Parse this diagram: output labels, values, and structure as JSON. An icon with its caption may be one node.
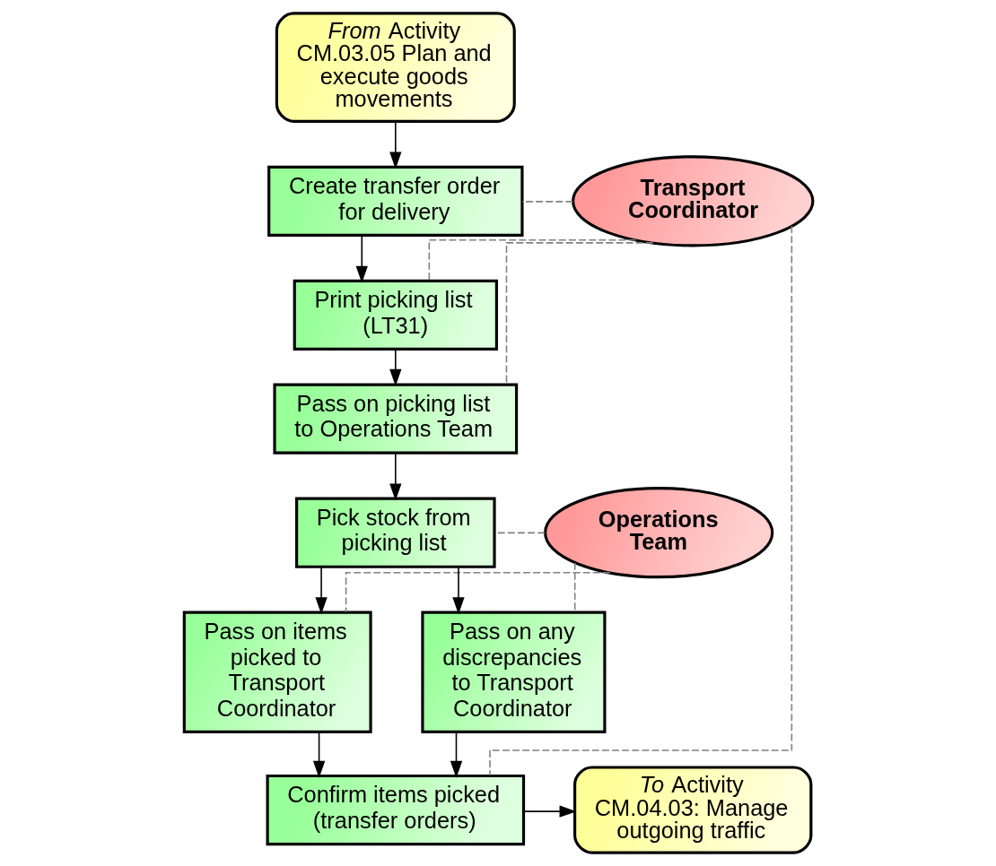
{
  "diagram": {
    "nodes": [
      {
        "text": [
          "*From* Activity CM.03.05 Plan and execute goods movements"
        ]
      },
      {
        "text": [
          "Create transfer order for delivery"
        ]
      },
      {
        "text": [
          "Print picking list (LT31)"
        ]
      },
      {
        "text": [
          "Pass on picking list to Operations Team"
        ]
      },
      {
        "text": [
          "Pick stock from picking list"
        ]
      },
      {
        "text": [
          "Pass on items picked to Transport Coordinator"
        ]
      },
      {
        "text": [
          "Pass on any discrepancies to Transport Coordinator"
        ]
      },
      {
        "text": [
          "Confirm items picked (transfer orders)"
        ]
      },
      {
        "text": [
          "*To* Activity CM.04.03: Manage outgoing traffic"
        ]
      },
      {
        "text": [
          "Transport Coordinator"
        ]
      },
      {
        "text": [
          "Operations Team"
        ]
      }
    ],
    "edges": [
      {
        "from": 0,
        "to": 1,
        "arrow": "to"
      },
      {
        "from": 1,
        "to": 2,
        "arrow": "to"
      },
      {
        "from": 2,
        "to": 3,
        "arrow": "to"
      },
      {
        "from": 3,
        "to": 4,
        "arrow": "to"
      },
      {
        "from": 4,
        "to": 5,
        "arrow": "to"
      },
      {
        "from": 4,
        "to": 6,
        "arrow": "to"
      },
      {
        "from": 5,
        "to": 7,
        "arrow": "to"
      },
      {
        "from": 6,
        "to": 7,
        "arrow": "to"
      },
      {
        "from": 7,
        "to": 8,
        "arrow": "to"
      },
      {
        "from": 9,
        "to": 1,
        "arrow": "none",
        "style": "dashed",
        "color": "#808080"
      },
      {
        "from": 9,
        "to": 2,
        "arrow": "none",
        "style": "dashed",
        "color": "#808080"
      },
      {
        "from": 9,
        "to": 3,
        "arrow": "none",
        "style": "dashed",
        "color": "#808080"
      },
      {
        "from": 9,
        "to": 7,
        "arrow": "none",
        "style": "dashed",
        "color": "#808080"
      },
      {
        "from": 10,
        "to": 4,
        "arrow": "none",
        "style": "dashed",
        "color": "#808080"
      },
      {
        "from": 10,
        "to": 5,
        "arrow": "none",
        "style": "dashed",
        "color": "#808080"
      },
      {
        "from": 10,
        "to": 6,
        "arrow": "none",
        "style": "dashed",
        "color": "#808080"
      }
    ]
  }
}
